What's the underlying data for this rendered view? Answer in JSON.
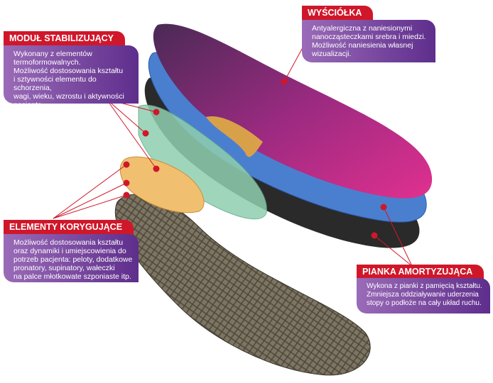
{
  "callouts": {
    "lining": {
      "title": "WYŚCIÓŁKA",
      "text": "Antyalergiczna z naniesionymi\nnanocząsteczkami srebra i miedzi.\nMożliwość naniesienia własnej\nwizualizacji."
    },
    "stabilizer": {
      "title": "MODUŁ STABILIZUJĄCY",
      "text": "Wykonany z elementów\ntermoformowalnych.\nMożliwość dostosowania kształtu\ni sztywności elementu do schorzenia,\nwagi, wieku, wzrostu i  aktywności\npacjenta."
    },
    "corrective": {
      "title": "ELEMENTY KORYGUJĄCE",
      "text": "Możliwość dostosowania kształtu\noraz dynamiki i umiejscowienia do\npotrzeb pacjenta: peloty, dodatkowe\npronatory, supinatory, wałeczki\nna palce młotkowate szponiaste itp."
    },
    "foam": {
      "title": "PIANKA AMORTYZUJĄCA",
      "text": "Wykona z pianki z pamięcią kształtu.\nZmniejsza oddziaływanie uderzenia\nstopy o podłoże na cały układ ruchu."
    }
  },
  "colors": {
    "accent": "#d0172a",
    "box": "#6a3896"
  }
}
